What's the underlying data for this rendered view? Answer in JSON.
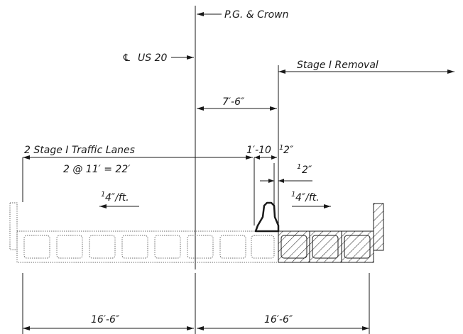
{
  "labels": {
    "pg_crown": "P.G. & Crown",
    "centerline_symbol": "℄",
    "centerline_route": "US 20",
    "stage_removal": "Stage I Removal",
    "dim_7_6": "7′-6″",
    "traffic_lanes": "2 Stage I Traffic Lanes",
    "lanes_calc": "2 @ 11′ = 22′",
    "dim_1_10_whole": "1′-10",
    "dim_1_10_frac": "1",
    "dim_1_10_den": "2",
    "dim_half_num": "1",
    "dim_half_den": "2",
    "slope_left_num": "1",
    "slope_left_rest": "4″/ft.",
    "slope_right_num": "1",
    "slope_right_rest": "4″/ft.",
    "dim_bottom_left": "16′-6″",
    "dim_bottom_right": "16′-6″"
  }
}
